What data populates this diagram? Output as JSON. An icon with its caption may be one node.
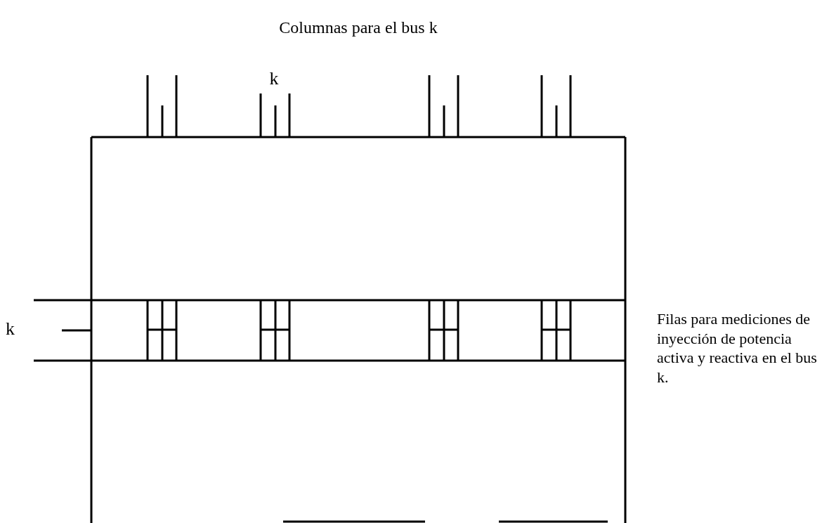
{
  "diagram": {
    "labels": [
      "Columnas para el bus k",
      "k",
      "k",
      "Filas para mediciones de inyección de potencia activa y reactiva en el bus k."
    ]
  }
}
